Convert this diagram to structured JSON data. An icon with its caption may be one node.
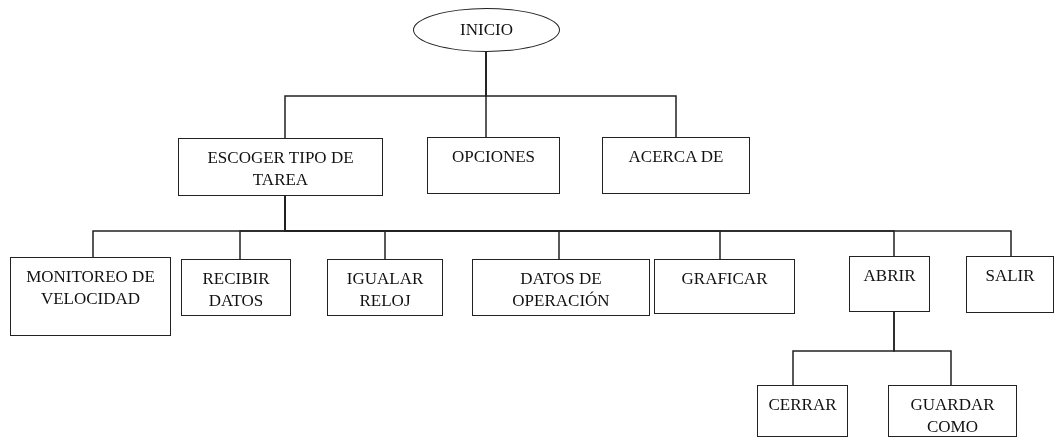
{
  "diagram": {
    "nodes": [
      {
        "text": [
          "INICIO"
        ]
      },
      {
        "text": [
          "ESCOGER TIPO DE TAREA"
        ]
      },
      {
        "text": [
          "OPCIONES"
        ]
      },
      {
        "text": [
          "ACERCA DE"
        ]
      },
      {
        "text": [
          "MONITOREO DE VELOCIDAD"
        ]
      },
      {
        "text": [
          "RECIBIR DATOS"
        ]
      },
      {
        "text": [
          "IGUALAR RELOJ"
        ]
      },
      {
        "text": [
          "DATOS DE OPERACIÓN"
        ]
      },
      {
        "text": [
          "GRAFICAR"
        ]
      },
      {
        "text": [
          "ABRIR"
        ]
      },
      {
        "text": [
          "SALIR"
        ]
      },
      {
        "text": [
          "CERRAR"
        ]
      },
      {
        "text": [
          "GUARDAR COMO"
        ]
      }
    ],
    "edges": [
      {
        "from": 0,
        "to": 1,
        "arrow": "none"
      },
      {
        "from": 0,
        "to": 2,
        "arrow": "none"
      },
      {
        "from": 0,
        "to": 3,
        "arrow": "none"
      },
      {
        "from": 1,
        "to": 4,
        "arrow": "none"
      },
      {
        "from": 1,
        "to": 5,
        "arrow": "none"
      },
      {
        "from": 1,
        "to": 6,
        "arrow": "none"
      },
      {
        "from": 1,
        "to": 7,
        "arrow": "none"
      },
      {
        "from": 1,
        "to": 8,
        "arrow": "none"
      },
      {
        "from": 1,
        "to": 9,
        "arrow": "none"
      },
      {
        "from": 1,
        "to": 10,
        "arrow": "none"
      },
      {
        "from": 9,
        "to": 11,
        "arrow": "none"
      },
      {
        "from": 9,
        "to": 12,
        "arrow": "none"
      }
    ]
  }
}
